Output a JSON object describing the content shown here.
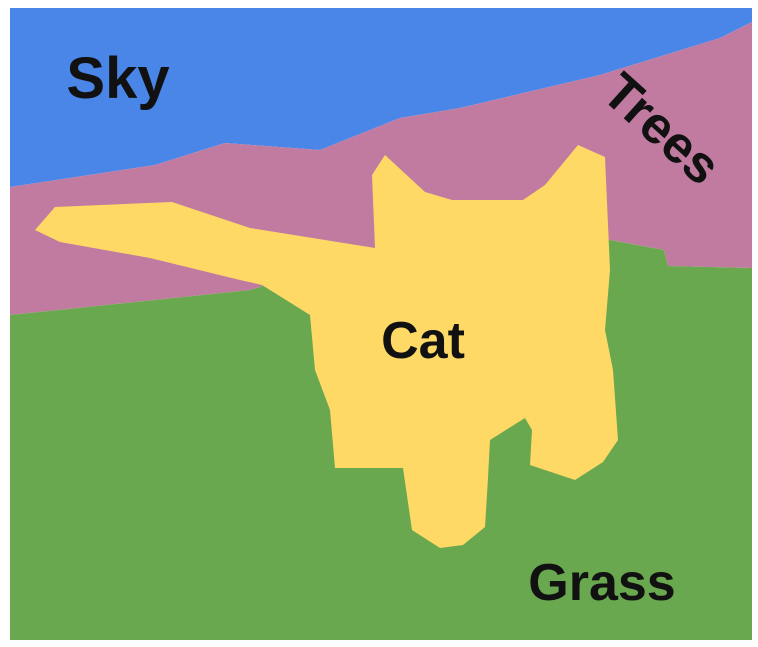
{
  "scene": {
    "regions": [
      {
        "id": "sky",
        "label": "Sky",
        "color": "#4A86E8"
      },
      {
        "id": "trees",
        "label": "Trees",
        "color": "#C27BA0"
      },
      {
        "id": "grass",
        "label": "Grass",
        "color": "#6AA84F"
      },
      {
        "id": "cat",
        "label": "Cat",
        "color": "#FFD966"
      }
    ],
    "background_color": "#FFFFFF",
    "label_color": "#111111"
  }
}
